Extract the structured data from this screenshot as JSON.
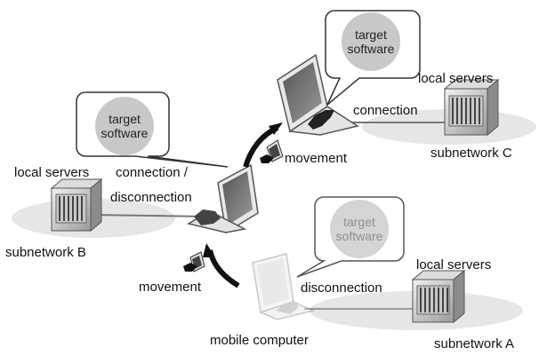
{
  "labels": {
    "subnetwork_a": "subnetwork  A",
    "subnetwork_b": "subnetwork B",
    "subnetwork_c": "subnetwork  C",
    "local_servers_a": "local servers",
    "local_servers_b": "local servers",
    "local_servers_c": "local servers",
    "connection_c": "connection",
    "connection_disconnection_line1": "connection /",
    "connection_disconnection_line2": "disconnection",
    "disconnection_a": "disconnection",
    "movement_upper": "movement",
    "movement_lower": "movement",
    "mobile_computer": "mobile computer"
  },
  "bubbles": {
    "c": {
      "line1": "target",
      "line2": "software"
    },
    "b": {
      "line1": "target",
      "line2": "software"
    },
    "a": {
      "line1": "target",
      "line2": "software"
    }
  }
}
